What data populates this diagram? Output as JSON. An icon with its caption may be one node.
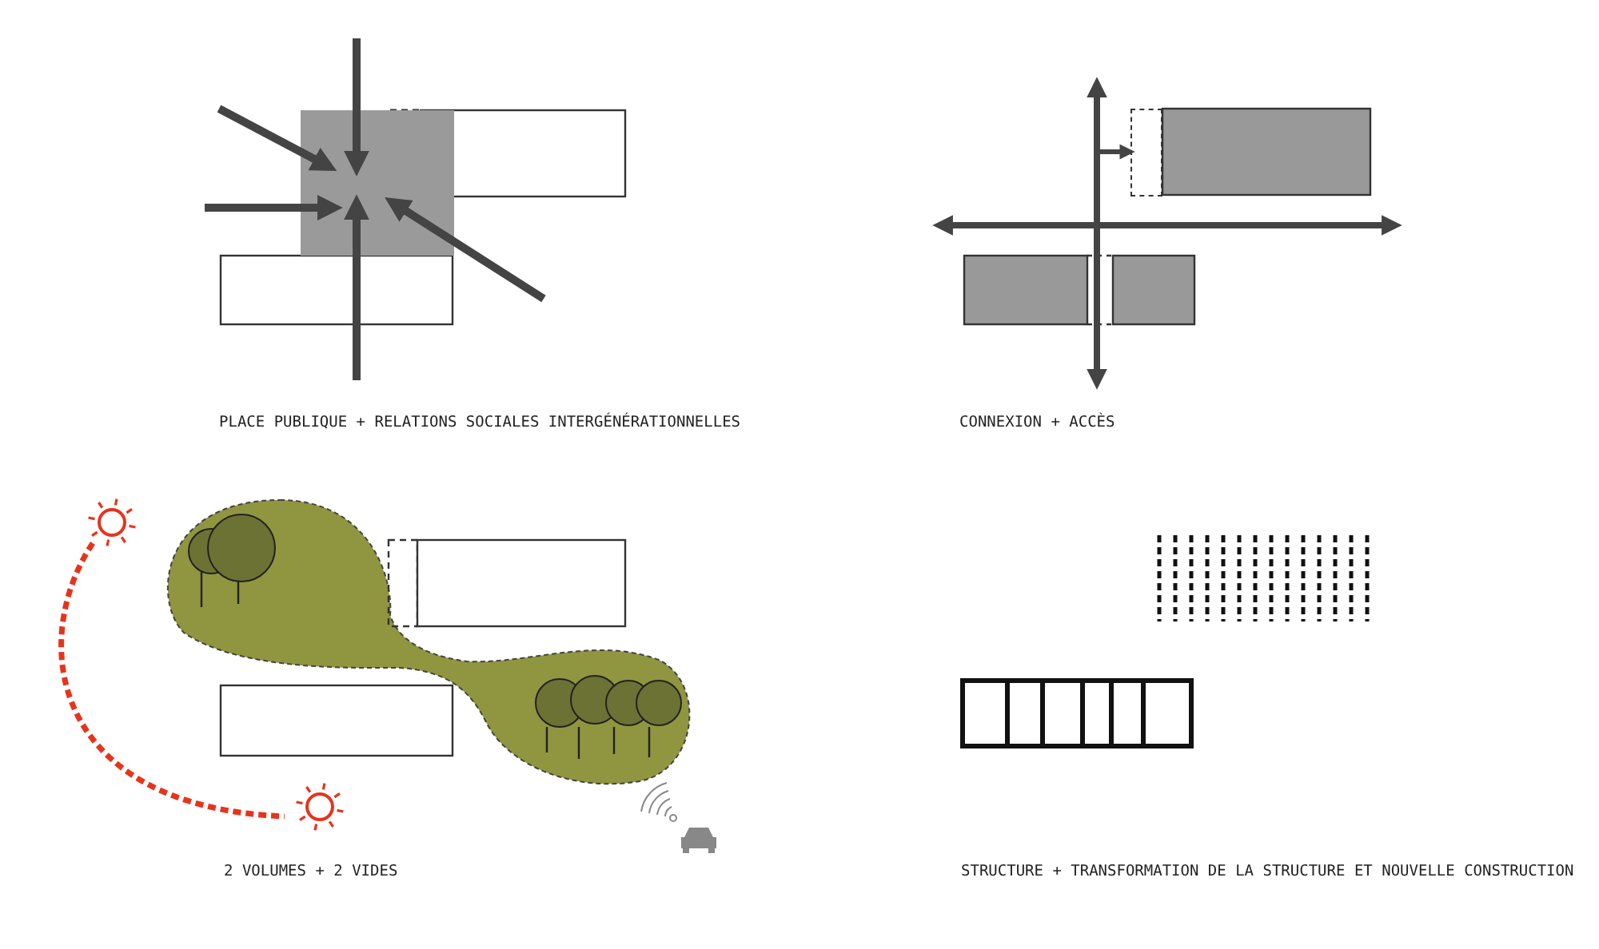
{
  "diagram": {
    "nodes": [
      {
        "text": [],
        "shape": "box"
      },
      {
        "text": [],
        "shape": "box"
      }
    ],
    "edges": [
      {
        "from": null,
        "to": 0,
        "arrow": "to"
      },
      {
        "from": null,
        "to": 0,
        "arrow": "to"
      },
      {
        "from": null,
        "to": 0,
        "arrow": "to"
      },
      {
        "from": null,
        "to": 0,
        "arrow": "to"
      },
      {
        "from": null,
        "to": 0,
        "arrow": "to"
      },
      {
        "from": null,
        "to": 1,
        "arrow": "to"
      }
    ],
    "labels": [
      "PLACE PUBLIQUE + RELATIONS SOCIALES INTERGÉNÉRATIONNELLES",
      "CONNEXION + ACCÈS",
      "2 VOLUMES + 2 VIDES",
      "STRUCTURE + TRANSFORMATION DE LA STRUCTURE ET NOUVELLE CONSTRUCTION"
    ]
  }
}
